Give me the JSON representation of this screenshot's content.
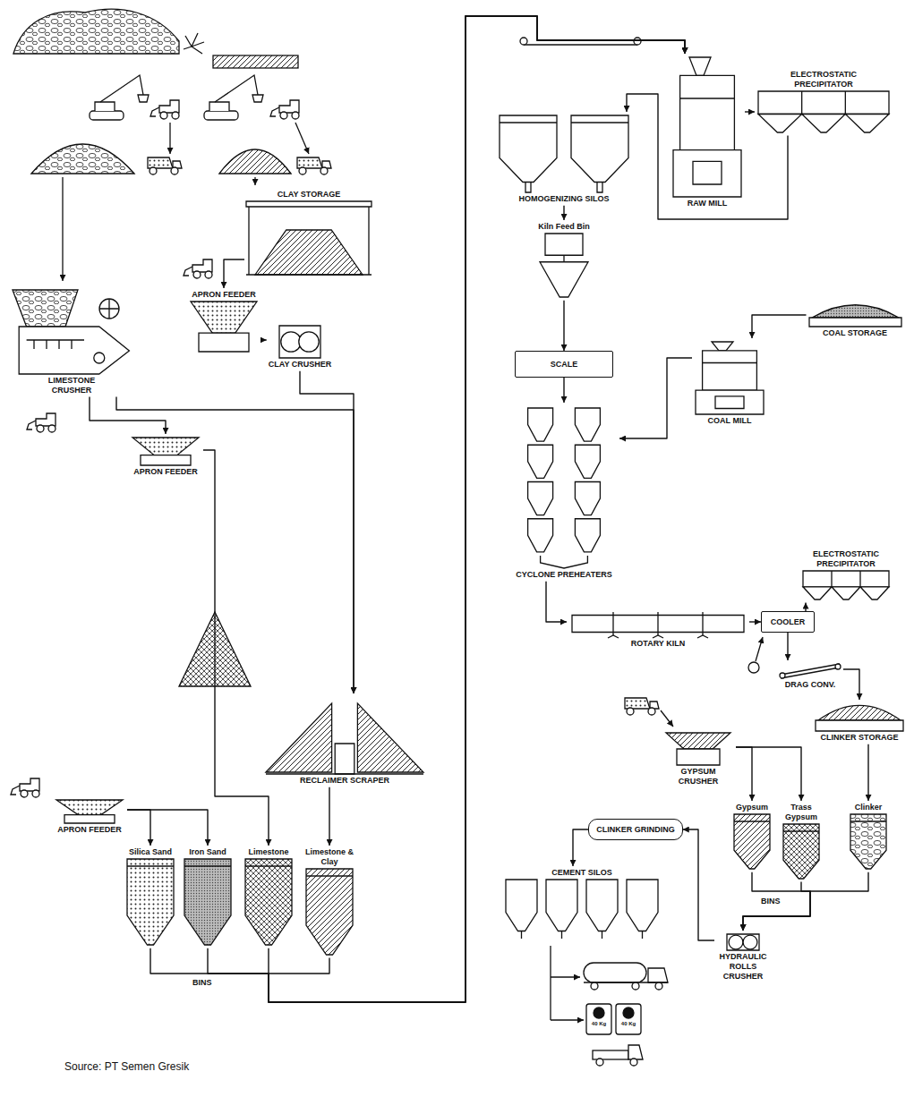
{
  "diagram": {
    "caption": "Source: PT Semen Gresik",
    "nodes": [
      {
        "text": [
          "CLAY STORAGE"
        ]
      },
      {
        "text": [
          "LIMESTONE CRUSHER"
        ]
      },
      {
        "text": [
          "APRON FEEDER"
        ]
      },
      {
        "text": [
          "CLAY CRUSHER"
        ]
      },
      {
        "text": [
          "APRON FEEDER"
        ]
      },
      {
        "text": [
          "RECLAIMER SCRAPER"
        ]
      },
      {
        "text": [
          "APRON FEEDER"
        ]
      },
      {
        "text": [
          "Silica Sand"
        ]
      },
      {
        "text": [
          "Iron Sand"
        ]
      },
      {
        "text": [
          "Limestone"
        ]
      },
      {
        "text": [
          "Limestone & Clay"
        ]
      },
      {
        "text": [
          "RAW MILL"
        ]
      },
      {
        "text": [
          "ELECTROSTATIC PRECIPITATOR"
        ]
      },
      {
        "text": [
          "HOMOGENIZING SILOS"
        ]
      },
      {
        "text": [
          "Kiln Feed Bin"
        ]
      },
      {
        "text": [
          "COAL STORAGE"
        ]
      },
      {
        "text": [
          "COAL MILL"
        ]
      },
      {
        "text": [
          "SCALE"
        ]
      },
      {
        "text": [
          "CYCLONE PREHEATERS"
        ]
      },
      {
        "text": [
          "ROTARY KILN"
        ]
      },
      {
        "text": [
          "COOLER"
        ]
      },
      {
        "text": [
          "ELECTROSTATIC PRECIPITATOR"
        ]
      },
      {
        "text": [
          "DRAG CONV."
        ]
      },
      {
        "text": [
          "CLINKER STORAGE"
        ]
      },
      {
        "text": [
          "GYPSUM CRUSHER"
        ]
      },
      {
        "text": [
          "Gypsum"
        ]
      },
      {
        "text": [
          "Trass Gypsum"
        ]
      },
      {
        "text": [
          "Clinker"
        ]
      },
      {
        "text": [
          "HYDRAULIC ROLLS CRUSHER"
        ]
      },
      {
        "text": [
          "CLINKER GRINDING"
        ]
      },
      {
        "text": [
          "CEMENT SILOS"
        ]
      }
    ],
    "edges": [
      {
        "from": 0,
        "to": 2,
        "arrow": "to"
      },
      {
        "from": 2,
        "to": 3,
        "arrow": "to"
      },
      {
        "from": 1,
        "to": 4,
        "arrow": "to"
      },
      {
        "from": 1,
        "to": 5,
        "arrow": "to"
      },
      {
        "from": 3,
        "to": 5,
        "arrow": "to"
      },
      {
        "from": 4,
        "to": 9,
        "arrow": "to"
      },
      {
        "from": 5,
        "to": 10,
        "arrow": "to"
      },
      {
        "from": 6,
        "to": 7,
        "arrow": "to"
      },
      {
        "from": 6,
        "to": 8,
        "arrow": "to"
      },
      {
        "from": 7,
        "to": 11,
        "arrow": "to"
      },
      {
        "from": 8,
        "to": 11,
        "arrow": "to"
      },
      {
        "from": 9,
        "to": 11,
        "arrow": "to"
      },
      {
        "from": 10,
        "to": 11,
        "arrow": "to"
      },
      {
        "from": 11,
        "to": 12,
        "arrow": "to"
      },
      {
        "from": 12,
        "to": 13,
        "arrow": "to"
      },
      {
        "from": 13,
        "to": 14,
        "arrow": "to"
      },
      {
        "from": 14,
        "to": 17,
        "arrow": "to"
      },
      {
        "from": 17,
        "to": 18,
        "arrow": "to"
      },
      {
        "from": 15,
        "to": 16,
        "arrow": "to"
      },
      {
        "from": 16,
        "to": 18,
        "arrow": "to"
      },
      {
        "from": 18,
        "to": 19,
        "arrow": "to"
      },
      {
        "from": 19,
        "to": 20,
        "arrow": "to"
      },
      {
        "from": 20,
        "to": 21,
        "arrow": "to"
      },
      {
        "from": 20,
        "to": 22,
        "arrow": "to"
      },
      {
        "from": 22,
        "to": 23,
        "arrow": "to"
      },
      {
        "from": 24,
        "to": 25,
        "arrow": "to"
      },
      {
        "from": 24,
        "to": 26,
        "arrow": "to"
      },
      {
        "from": 23,
        "to": 27,
        "arrow": "to"
      },
      {
        "from": 25,
        "to": 28,
        "arrow": "to"
      },
      {
        "from": 26,
        "to": 28,
        "arrow": "to"
      },
      {
        "from": 27,
        "to": 28,
        "arrow": "to"
      },
      {
        "from": 28,
        "to": 29,
        "arrow": "to"
      },
      {
        "from": 29,
        "to": 30,
        "arrow": "to"
      }
    ],
    "labels": [
      "BINS",
      "BINS",
      "40 Kg",
      "40 Kg"
    ]
  }
}
